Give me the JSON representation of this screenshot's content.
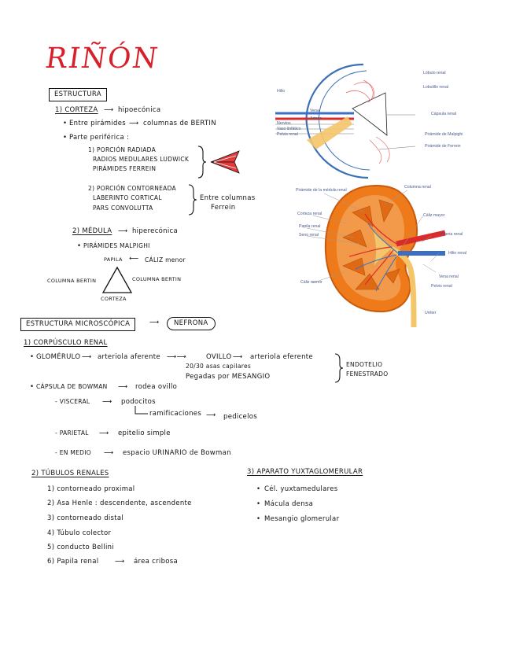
{
  "title": "RIÑÓN",
  "left_notes": {
    "estructura": "ESTRUCTURA",
    "corteza": "1) CORTEZA",
    "corteza_desc": "hipoecónica",
    "entre_piramides": "Entre pirámides",
    "columnas_bertin": "columnas de BERTIN",
    "parte_periferica": "Parte periférica :",
    "porcion_radiada": "1) PORCIÓN RADIADA",
    "radios_medulares": "RADIOS MEDULARES LUDWICK",
    "piramides_ferrein": "PIRÁMIDES FERREIN",
    "porcion_contorneada": "2) PORCIÓN CONTORNEADA",
    "laberinto": "LABERINTO CORTICAL",
    "pars": "PARS CONVOLUTTA",
    "entre_columnas": "Entre columnas",
    "ferrein": "Ferrein",
    "medula": "2) MÉDULA",
    "medula_desc": "hiperecónica",
    "piramides_malpighi": "PIRÁMIDES MALPIGHI",
    "papila": "PAPILA",
    "caliz_menor": "CÁLIZ menor",
    "columna_bertin_left": "COLUMNA BERTIN",
    "columna_bertin_right": "COLUMNA BERTIN",
    "corteza_lower": "CORTEZA"
  },
  "lower_notes": {
    "estructura_micro": "ESTRUCTURA MICROSCÓPICA",
    "nefrona": "NEFRONA",
    "corpusculo": "1) CORPÚSCULO RENAL",
    "glomerulo": "GLOMÉRULO",
    "arteriola_aferente": "arteriola aferente",
    "ovillo": "OVILLO",
    "arteriola_eferente": "arteriola eferente",
    "capilares": "20/30 asas capilares",
    "pegadas": "Pegadas por MESANGIO",
    "endotelio": "ENDOTELIO",
    "fenestrado": "FENESTRADO",
    "capsula": "CÁPSULA DE BOWMAN",
    "capsula_desc": "rodea ovillo",
    "visceral": "- VISCERAL",
    "podocitos": "podocitos",
    "ramificaciones": "ramificaciones",
    "pedicelos": "pedicelos",
    "parietal": "- PARIETAL",
    "epitelio": "epitelio simple",
    "en_medio": "- EN MEDIO",
    "espacio": "espacio URINARIO de Bowman",
    "tubulos": "2) TÚBULOS RENALES",
    "t1": "1) contorneado proximal",
    "t2": "2) Asa Henle : descendente, ascendente",
    "t3": "3) contorneado distal",
    "t4": "4) Túbulo colector",
    "t5": "5) conducto Bellini",
    "t6": "6) Papila renal",
    "t6b": "área cribosa",
    "aparato": "3) APARATO YUXTAGLOMERULAR",
    "a1": "Cél. yuxtamedulares",
    "a2": "Mácula densa",
    "a3": "Mesangio glomerular"
  },
  "diagram_top": {
    "hilio": "Hilio",
    "lobulo_renal": "Lóbulo renal",
    "lobulillo_renal": "Lobulillo renal",
    "vena": "Vena",
    "arteria": "Arteria",
    "nervios": "Nervios",
    "vaso_linfatico": "Vaso linfático",
    "pelvis_renal": "Pelvis renal",
    "capsula_renal": "Cápsula renal",
    "piramide_malpighi": "Pirámide de Malpighi",
    "piramide_ferrein": "Pirámide de Ferrein"
  },
  "diagram_kidney": {
    "piramide_medula": "Pirámide de la médula renal",
    "columna_renal": "Columna renal",
    "corteza_renal": "Corteza renal",
    "papila_renal": "Papila renal",
    "seno_renal": "Seno renal",
    "caliz_menor": "Cáliz menor",
    "caliz_mayor": "Cáliz mayor",
    "arteria_renal": "Arteria renal",
    "hilio_renal": "Hilio renal",
    "vena_renal": "Vena renal",
    "pelvis_renal": "Pelvis renal",
    "ureter": "Uréter"
  },
  "colors": {
    "title_red": "#d6212a",
    "kidney_orange": "#ee7a1a",
    "kidney_dark": "#c95a0e",
    "vessel_red": "#d92b2b",
    "vessel_blue": "#3a6fc4",
    "pelvis_yellow": "#f4c56b"
  }
}
